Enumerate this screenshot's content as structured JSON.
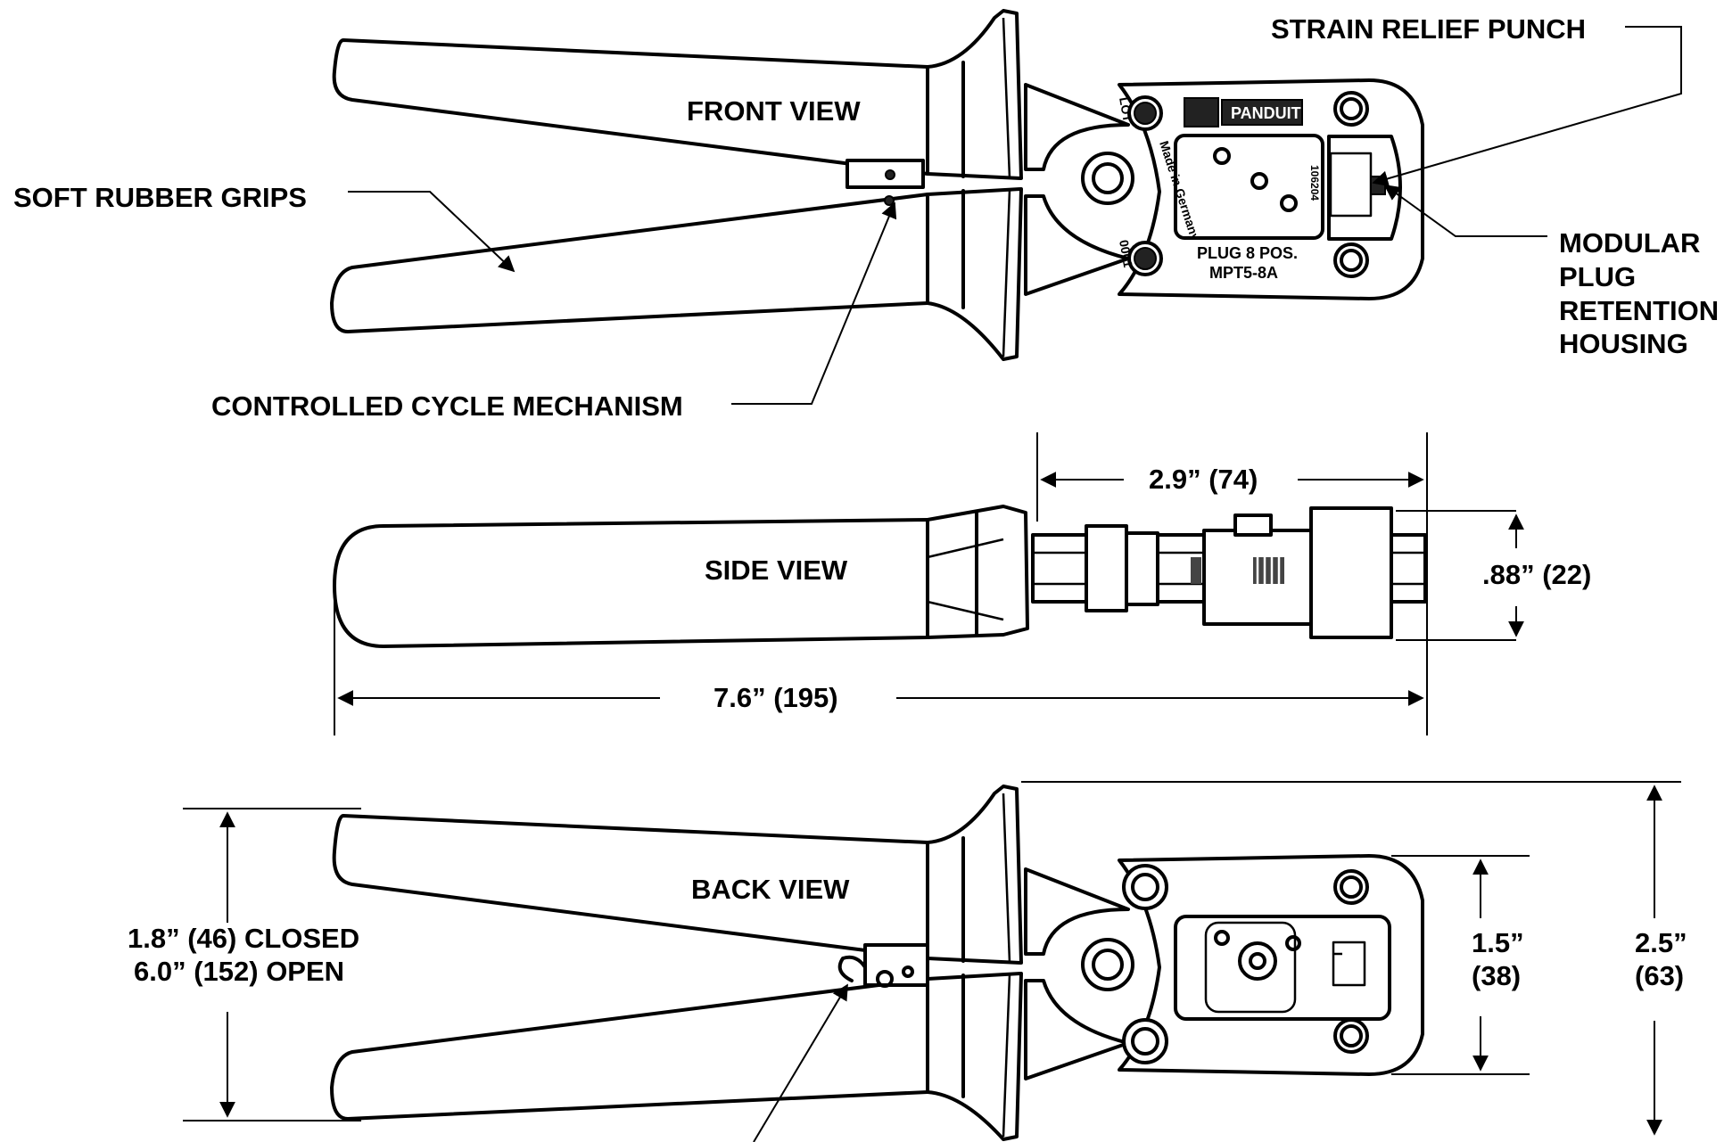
{
  "views": {
    "front": "FRONT VIEW",
    "side": "SIDE VIEW",
    "back": "BACK VIEW"
  },
  "callouts": {
    "strain_relief": "STRAIN RELIEF PUNCH",
    "grips": "SOFT RUBBER GRIPS",
    "cycle": "CONTROLLED CYCLE MECHANISM",
    "modular_1": "MODULAR",
    "modular_2": "PLUG",
    "modular_3": "RETENTION",
    "modular_4": "HOUSING"
  },
  "dimensions": {
    "head_length": "2.9” (74)",
    "thickness": ".88” (22)",
    "overall_length": "7.6” (195)",
    "closed": "1.8” (46) CLOSED",
    "open": "6.0” (152) OPEN",
    "head_height_1": "1.5”",
    "head_height_2": "(38)",
    "overall_height_1": "2.5”",
    "overall_height_2": "(63)"
  },
  "tool_marking": {
    "brand": "PANDUIT",
    "plug_1": "PLUG 8 POS.",
    "plug_2": "MPT5-8A",
    "made_in": "Made in Germany",
    "lot": "LOT",
    "code": "0001",
    "part": "106204"
  }
}
